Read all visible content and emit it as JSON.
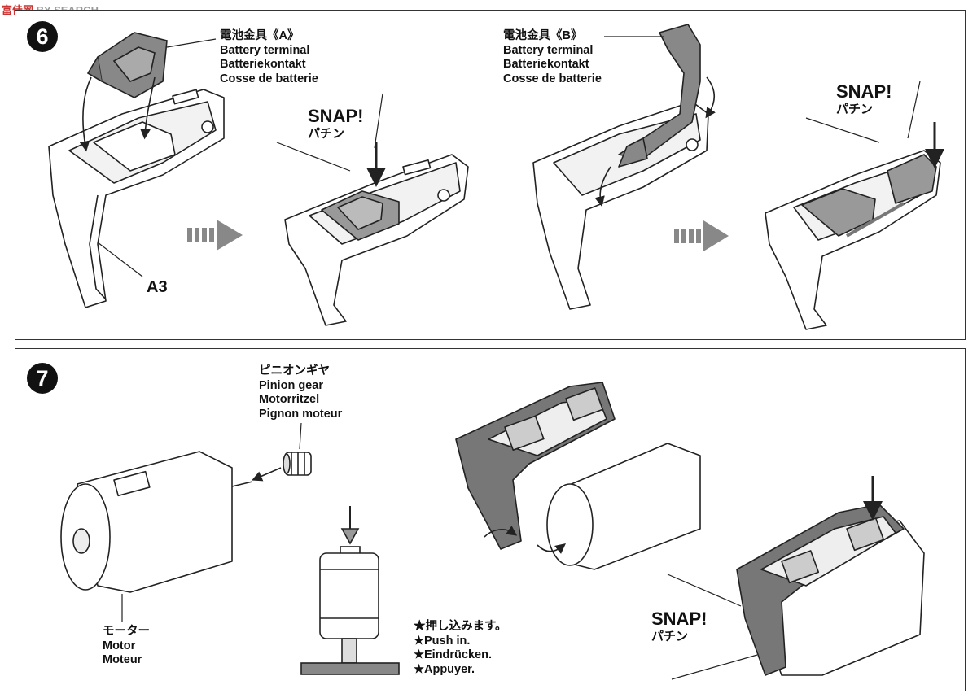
{
  "watermark": {
    "text": "富佳网",
    "search": "BY SEARCH"
  },
  "step6": {
    "number": "6",
    "terminal_a": {
      "title": "電池金具《A》",
      "en": "Battery terminal",
      "de": "Batteriekontakt",
      "fr": "Cosse de batterie"
    },
    "terminal_b": {
      "title": "電池金具《B》",
      "en": "Battery terminal",
      "de": "Batteriekontakt",
      "fr": "Cosse de batterie"
    },
    "snap1": {
      "en": "SNAP!",
      "jp": "パチン"
    },
    "snap2": {
      "en": "SNAP!",
      "jp": "パチン"
    },
    "part_label": "A3"
  },
  "step7": {
    "number": "7",
    "pinion": {
      "jp": "ピニオンギヤ",
      "en": "Pinion gear",
      "de": "Motorritzel",
      "fr": "Pignon moteur"
    },
    "motor": {
      "jp": "モーター",
      "en": "Motor",
      "fr": "Moteur"
    },
    "push": {
      "jp": "★押し込みます。",
      "en": "★Push in.",
      "de": "★Eindrücken.",
      "fr": "★Appuyer."
    },
    "snap": {
      "en": "SNAP!",
      "jp": "パチン"
    }
  }
}
